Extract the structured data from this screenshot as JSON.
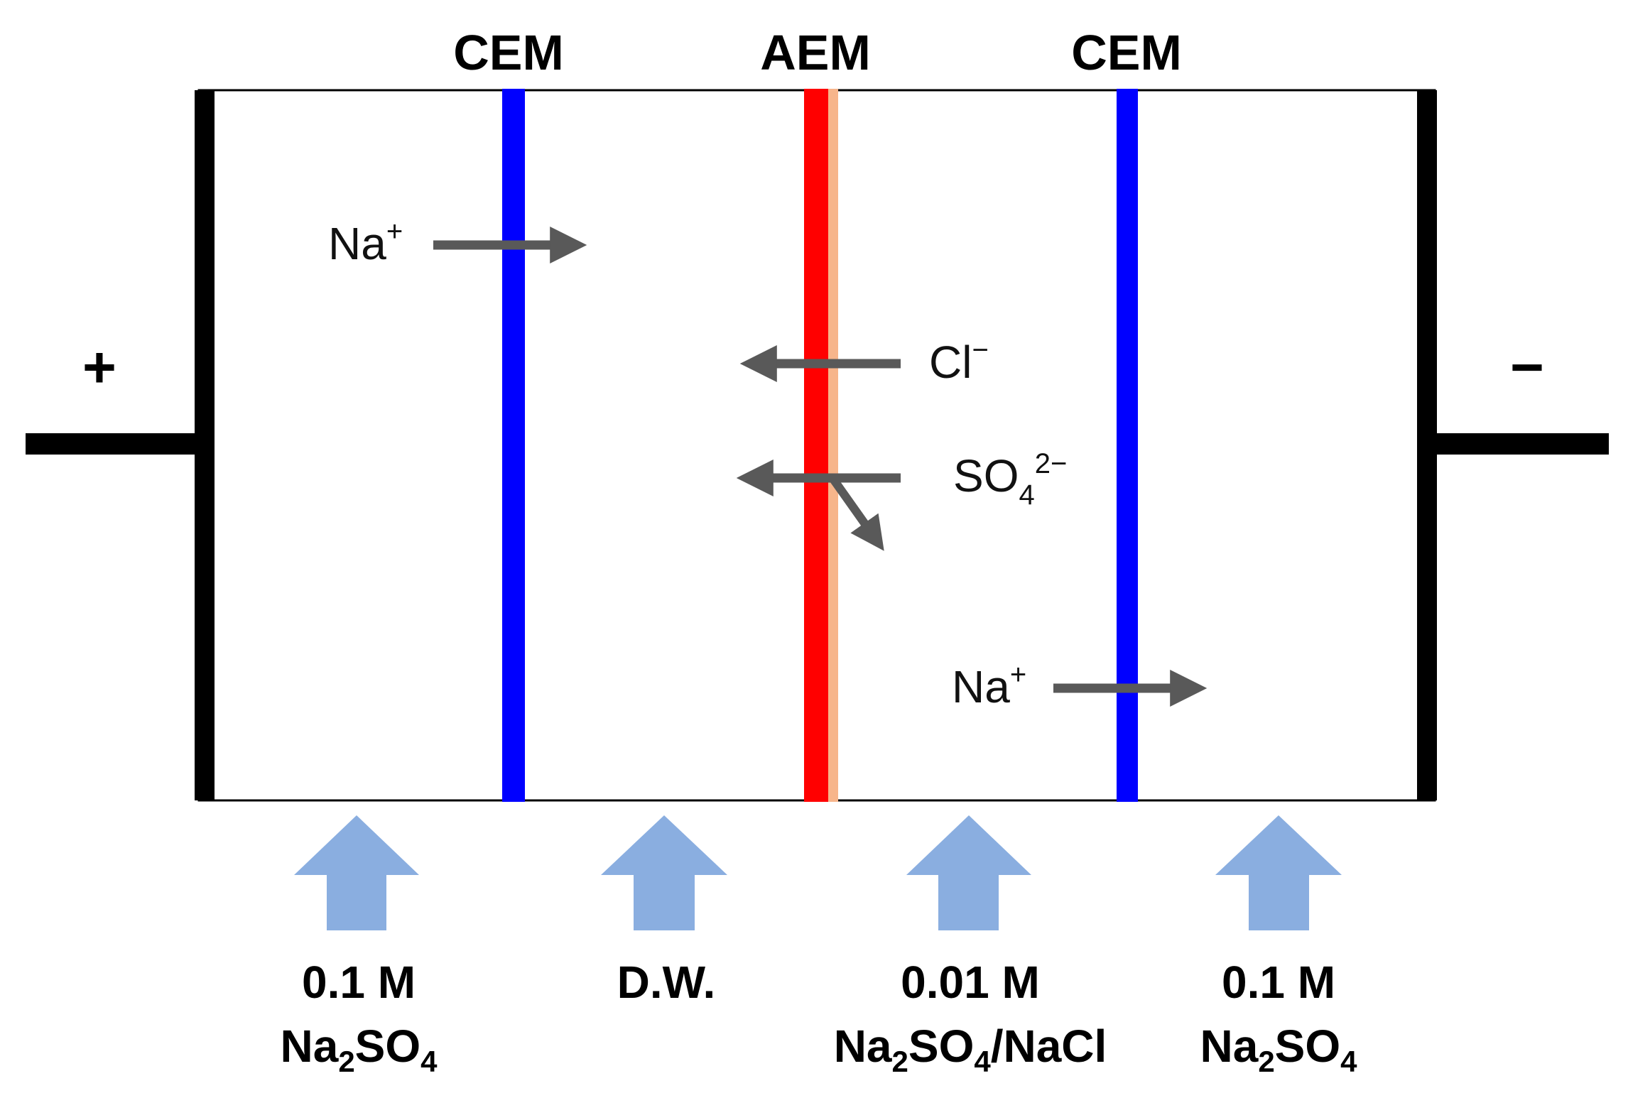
{
  "membranes": [
    {
      "id": "cem-left",
      "label": "CEM",
      "color": "#0000ff"
    },
    {
      "id": "aem",
      "label": "AEM",
      "color": "#ff0000",
      "edge_color": "#f7b58b"
    },
    {
      "id": "cem-right",
      "label": "CEM",
      "color": "#0000ff"
    }
  ],
  "electrodes": {
    "anode": {
      "sign": "+"
    },
    "cathode": {
      "sign": "−"
    }
  },
  "ions": {
    "na_left": {
      "base": "Na",
      "sup": "+"
    },
    "cl": {
      "base": "Cl",
      "sup": "−"
    },
    "so4": {
      "base": "SO",
      "sub": "4",
      "sup": "2−"
    },
    "na_right": {
      "base": "Na",
      "sup": "+"
    }
  },
  "feeds": [
    {
      "line1": "0.1 M",
      "line2_parts": [
        "Na",
        "2",
        "SO",
        "4"
      ]
    },
    {
      "line1": "D.W."
    },
    {
      "line1": "0.01 M",
      "line2_parts": [
        "Na",
        "2",
        "SO",
        "4",
        "/NaCl"
      ]
    },
    {
      "line1": "0.1 M",
      "line2_parts": [
        "Na",
        "2",
        "SO",
        "4"
      ]
    }
  ],
  "colors": {
    "frame": "#000000",
    "ion_arrow": "#595959",
    "feed_arrow": "#8aaee0"
  }
}
